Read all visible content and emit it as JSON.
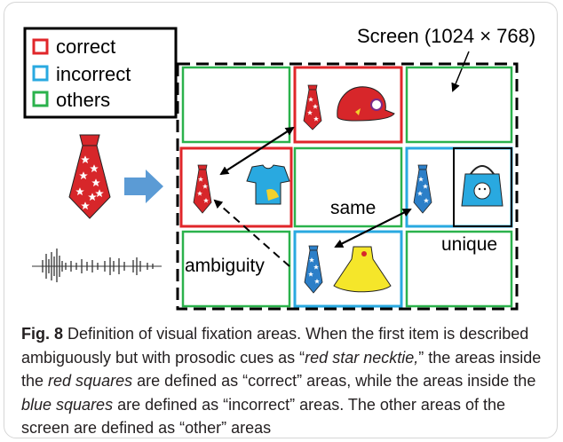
{
  "legend": {
    "items": [
      {
        "label": "correct",
        "color": "#e0262a"
      },
      {
        "label": "incorrect",
        "color": "#29a9e0"
      },
      {
        "label": "others",
        "color": "#2bb24c"
      }
    ]
  },
  "screen_label": "Screen (1024 × 768)",
  "area_labels": {
    "same": "same",
    "unique": "unique",
    "ambiguity": "ambiguity"
  },
  "icons": {
    "left_stimulus": "red-star-necktie-icon",
    "arrow": "blue-right-arrow-icon",
    "waveform": "speech-waveform-icon",
    "grid": [
      [
        "empty",
        "red-star-necktie + red-hat",
        "empty"
      ],
      [
        "red-star-necktie + blue-shirt",
        "empty",
        "blue-star-necktie + blue-bag"
      ],
      [
        "empty",
        "blue-star-necktie + yellow-dress",
        "empty"
      ]
    ]
  },
  "colors": {
    "correct": "#e0262a",
    "incorrect": "#29a9e0",
    "others": "#2bb24c",
    "arrow": "#5b9bd5"
  },
  "caption": {
    "figure_label": "Fig. 8",
    "parts": [
      {
        "text": " Definition of visual fixation areas. When the first item is described ambiguously but with prosodic cues as “",
        "style": "normal"
      },
      {
        "text": "red star necktie,",
        "style": "italic"
      },
      {
        "text": "” the areas inside the ",
        "style": "normal"
      },
      {
        "text": "red squares",
        "style": "italic"
      },
      {
        "text": " are defined as “correct” areas, while the areas inside the ",
        "style": "normal"
      },
      {
        "text": "blue squares",
        "style": "italic"
      },
      {
        "text": " are defined as “incorrect” areas. The other areas of the screen are defined as “other” areas",
        "style": "normal"
      }
    ]
  }
}
